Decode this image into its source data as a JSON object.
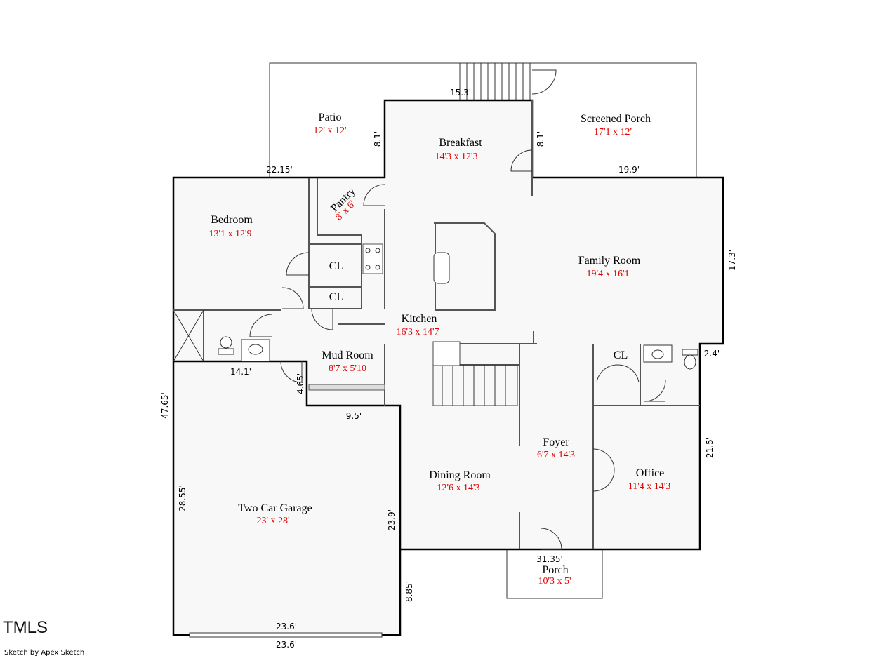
{
  "rooms": [
    {
      "name": "Patio",
      "dims": "12' x 12'"
    },
    {
      "name": "Breakfast",
      "dims": "14'3 x 12'3"
    },
    {
      "name": "Screened Porch",
      "dims": "17'1 x 12'"
    },
    {
      "name": "Bedroom",
      "dims": "13'1 x 12'9"
    },
    {
      "name": "Pantry",
      "dims": "8' x 6'"
    },
    {
      "name": "Family Room",
      "dims": "19'4 x 16'1"
    },
    {
      "name": "Kitchen",
      "dims": "16'3 x 14'7"
    },
    {
      "name": "Mud Room",
      "dims": "8'7 x 5'10"
    },
    {
      "name": "Foyer",
      "dims": "6'7 x 14'3"
    },
    {
      "name": "Dining Room",
      "dims": "12'6 x 14'3"
    },
    {
      "name": "Office",
      "dims": "11'4 x 14'3"
    },
    {
      "name": "Two Car Garage",
      "dims": "23' x 28'"
    },
    {
      "name": "Porch",
      "dims": "10'3 x 5'"
    }
  ],
  "closets": [
    "CL",
    "CL",
    "CL"
  ],
  "dimensions": [
    "15.3'",
    "8.1'",
    "8.1'",
    "22.15'",
    "19.9'",
    "17.3'",
    "14.1'",
    "2.4'",
    "4.65'",
    "9.5'",
    "47.65'",
    "21.5'",
    "28.55'",
    "23.9'",
    "31.35'",
    "8.85'",
    "23.6'",
    "23.6'"
  ],
  "branding": {
    "logo": "TMLS",
    "credit": "Sketch by Apex Sketch"
  }
}
